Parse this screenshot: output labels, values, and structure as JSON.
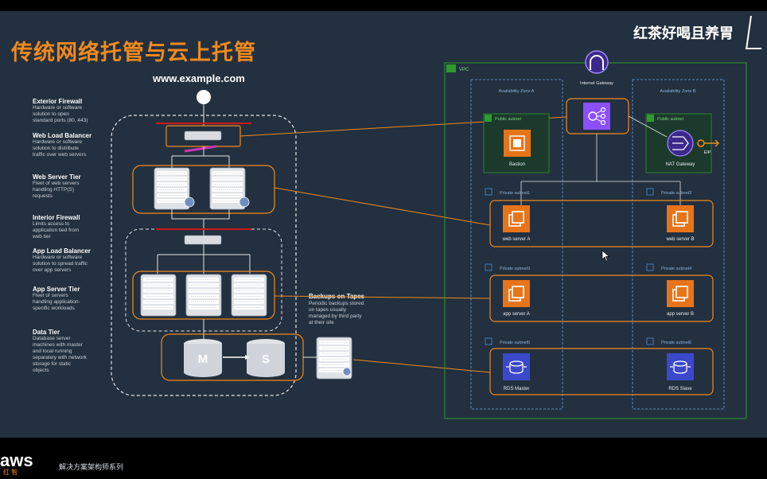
{
  "title": "传统网络托管与云上托管",
  "watermark": "红茶好喝且养胃",
  "website": "www.example.com",
  "tiers": [
    {
      "head": "Exterior Firewall",
      "desc": "Hardware or software\nsolution to open\nstandard ports (80, 443)"
    },
    {
      "head": "Web Load Balancer",
      "desc": "Hardware or software\nsolution to distribute\ntraffic over web servers"
    },
    {
      "head": "Web Server Tier",
      "desc": "Fleet of web servers\nhandling HTTP(S)\nrequests"
    },
    {
      "head": "Interior Firewall",
      "desc": "Limits access to\napplication tied from\nweb tier"
    },
    {
      "head": "App Load Balancer",
      "desc": "Hardware or software\nsolution to spread traffic\nover app servers"
    },
    {
      "head": "App Server Tier",
      "desc": "Fleet of servers\nhandling application-\nspecific workloads"
    },
    {
      "head": "Data Tier",
      "desc": "Database server\nmachines with master\nand local running\nseparately with network\nstorage for static\nobjects"
    }
  ],
  "db_master": "M",
  "db_slave": "S",
  "backups": {
    "head": "Backups on Tapes",
    "desc": "Periodic backups stored\non tapes usually\nmanaged by third party\nat their site"
  },
  "cloud": {
    "region_label": "VPC",
    "igw_label": "Internet Gateway",
    "az_a": "Availability Zone A",
    "az_b": "Availability Zone B",
    "public_subnet": "Public subnet",
    "private_subnet1": "Private subnet1",
    "private_subnet2": "Private subnet2",
    "private_subnet3": "Private subnet3",
    "private_subnet4": "Private subnet4",
    "private_subnet5": "Private subnet5",
    "private_subnet6": "Private subnet6",
    "bastion": "Bastion",
    "nat": "NAT Gateway",
    "eip": "EIP",
    "web_a": "web server A",
    "web_b": "web server B",
    "app_a": "app server A",
    "app_b": "app server B",
    "rds_master": "RDS Master",
    "rds_slave": "RDS Slave"
  },
  "footer": {
    "logo": "aws",
    "logo_sub": "红 智",
    "text": "解决方案架构师系列"
  },
  "colors": {
    "orange": "#f08a1c",
    "panel": "#23303f",
    "green": "#2e9b2e",
    "blue_dash": "#5a8ac6",
    "firewall": "#cc1a1a",
    "lb_pink": "#c936b7"
  }
}
